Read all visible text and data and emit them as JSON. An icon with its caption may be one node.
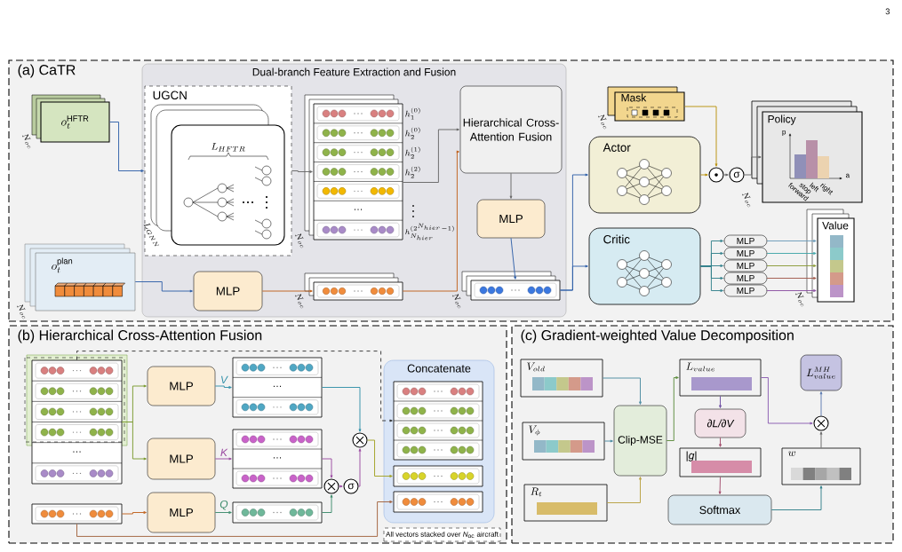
{
  "diagram": {
    "nodes": [
      {
        "text": [
          "(a) CaTR"
        ]
      },
      {
        "text": [
          "Dual-branch Feature Extraction and Fusion"
        ],
        "in": 0
      },
      {
        "text": [
          "UGCN",
          "L_{HFTR}",
          "L_{GNN}"
        ],
        "in": 1
      },
      {
        "text": [
          "o_t^{\\mathrm{HFTR}}"
        ],
        "beside": [
          "N_{oc}"
        ],
        "in": 0
      },
      {
        "text": [
          "o_t^{\\mathrm{plan}}"
        ],
        "beside": [
          "N_{oc}"
        ],
        "in": 0
      },
      {
        "text": [
          "···"
        ],
        "beside": [
          "h_1^{(0)}",
          "h_2^{(0)}",
          "h_2^{(1)}",
          "h_2^{(2)}",
          "h_{N_{hier}}^{(2^{N_{hier}}-1)}",
          "N_{oc}"
        ],
        "in": 1
      },
      {
        "text": [],
        "shape": "box",
        "beside": [
          "N_{oc}"
        ],
        "in": 1
      },
      {
        "text": [
          "MLP"
        ],
        "in": 1
      },
      {
        "text": [
          "Hierarchical Cross-Attention Fusion"
        ],
        "in": 1
      },
      {
        "text": [
          "MLP"
        ],
        "in": 1
      },
      {
        "text": [],
        "shape": "box",
        "beside": [
          "N_{oc}"
        ],
        "in": 1
      },
      {
        "text": [
          "Mask"
        ],
        "beside": [
          "N_{oc}"
        ],
        "in": 0
      },
      {
        "text": [
          "Actor"
        ],
        "in": 0
      },
      {
        "text": [
          "Critic"
        ],
        "in": 0
      },
      {
        "text": [],
        "shape": "circle",
        "in": 0
      },
      {
        "text": [
          "σ"
        ],
        "in": 0
      },
      {
        "text": [
          "Policy",
          "p",
          "a",
          "forward",
          "stop",
          "left",
          "right"
        ],
        "beside": [
          "N_{oc}"
        ],
        "in": 0
      },
      {
        "text": [
          "MLP"
        ],
        "in": 0
      },
      {
        "text": [
          "MLP"
        ],
        "in": 0
      },
      {
        "text": [
          "MLP"
        ],
        "in": 0
      },
      {
        "text": [
          "MLP"
        ],
        "in": 0
      },
      {
        "text": [
          "MLP"
        ],
        "in": 0
      },
      {
        "text": [
          "Value"
        ],
        "beside": [
          "N_{oc}"
        ],
        "in": 0
      },
      {
        "text": [
          "(b) Hierarchical Cross-Attention Fusion"
        ]
      },
      {
        "text": [
          "···"
        ],
        "in": 23
      },
      {
        "text": [],
        "shape": "box",
        "in": 23
      },
      {
        "text": [
          "MLP"
        ],
        "in": 23
      },
      {
        "text": [
          "MLP"
        ],
        "in": 23
      },
      {
        "text": [
          "MLP"
        ],
        "in": 23
      },
      {
        "text": [
          "···"
        ],
        "in": 23
      },
      {
        "text": [
          "···"
        ],
        "in": 23
      },
      {
        "text": [],
        "shape": "box",
        "in": 23
      },
      {
        "text": [],
        "shape": "circle",
        "in": 23
      },
      {
        "text": [
          "σ"
        ],
        "in": 23
      },
      {
        "text": [],
        "shape": "circle",
        "in": 23
      },
      {
        "text": [
          "Concatenate"
        ],
        "in": 23
      },
      {
        "text": [],
        "shape": "box",
        "in": 35
      },
      {
        "text": [],
        "shape": "box",
        "in": 35
      },
      {
        "text": [],
        "shape": "box",
        "in": 35
      },
      {
        "text": [
          "All vectors stacked over *N*$_{oc}$ aircraft"
        ],
        "in": 23
      },
      {
        "text": [
          "(c) Gradient-weighted Value Decomposition"
        ]
      },
      {
        "text": [
          "V_{old}"
        ],
        "in": 40
      },
      {
        "text": [
          "V_{\\phi}"
        ],
        "in": 40
      },
      {
        "text": [
          "R_t"
        ],
        "in": 40
      },
      {
        "text": [
          "Clip-MSE"
        ],
        "in": 40
      },
      {
        "text": [
          "L_{value}"
        ],
        "in": 40
      },
      {
        "text": [
          "∂L/∂V"
        ],
        "in": 40
      },
      {
        "text": [
          "|*g*|"
        ],
        "in": 40
      },
      {
        "text": [
          "Softmax"
        ],
        "in": 40
      },
      {
        "text": [
          "w"
        ],
        "in": 40
      },
      {
        "text": [],
        "shape": "circle",
        "in": 40
      },
      {
        "text": [
          "L_{value}^{MH}"
        ],
        "in": 40
      }
    ],
    "edges": [
      {
        "from": 3,
        "to": 2,
        "arrow": "to",
        "color": "#2e5fa8"
      },
      {
        "from": 2,
        "to": 5,
        "arrow": "to"
      },
      {
        "from": 4,
        "to": 7,
        "arrow": "to",
        "color": "#2e5fa8"
      },
      {
        "from": 7,
        "to": 6,
        "arrow": "to",
        "color": "#c0601a"
      },
      {
        "from": 5,
        "to": 8,
        "arrow": "to"
      },
      {
        "from": 6,
        "to": 8,
        "arrow": "to",
        "color": "#c0601a"
      },
      {
        "from": 8,
        "to": 9,
        "arrow": "to"
      },
      {
        "from": 9,
        "to": 10,
        "arrow": "to",
        "color": "#2e5fa8"
      },
      {
        "from": 10,
        "to": 12,
        "arrow": "to",
        "color": "#2e5fa8"
      },
      {
        "from": 10,
        "to": 13,
        "arrow": "to",
        "color": "#2e5fa8"
      },
      {
        "from": 12,
        "to": 14,
        "arrow": "to",
        "color": "#b8900a"
      },
      {
        "from": 11,
        "to": 14,
        "arrow": "to",
        "color": "#b8900a"
      },
      {
        "from": 14,
        "to": 15,
        "arrow": "to"
      },
      {
        "from": 15,
        "to": 16,
        "arrow": "to"
      },
      {
        "from": 13,
        "to": 17,
        "arrow": "to",
        "color": "#2f7f8a"
      },
      {
        "from": 13,
        "to": 18,
        "arrow": "to",
        "color": "#2f7f8a"
      },
      {
        "from": 13,
        "to": 19,
        "arrow": "to",
        "color": "#2f7f8a"
      },
      {
        "from": 13,
        "to": 20,
        "arrow": "to",
        "color": "#2f7f8a"
      },
      {
        "from": 13,
        "to": 21,
        "arrow": "to",
        "color": "#2f7f8a"
      },
      {
        "from": 17,
        "to": 22,
        "arrow": "to",
        "color": "#6a9ab8"
      },
      {
        "from": 18,
        "to": 22,
        "arrow": "to",
        "color": "#3fa5a8"
      },
      {
        "from": 19,
        "to": 22,
        "arrow": "to",
        "color": "#8a9a35"
      },
      {
        "from": 20,
        "to": 22,
        "arrow": "to",
        "color": "#a0584a"
      },
      {
        "from": 21,
        "to": 22,
        "arrow": "to",
        "color": "#8a4ea0"
      },
      {
        "from": 24,
        "to": 26,
        "arrow": "to",
        "color": "#7a9a2e"
      },
      {
        "from": 24,
        "to": 27,
        "arrow": "to",
        "color": "#7a9a2e"
      },
      {
        "from": 25,
        "to": 28,
        "arrow": "to",
        "color": "#c0601a"
      },
      {
        "from": 26,
        "to": 29,
        "label": "V",
        "arrow": "to",
        "color": "#2f8fa8"
      },
      {
        "from": 27,
        "to": 30,
        "label": "K",
        "arrow": "to",
        "color": "#9a4aa0"
      },
      {
        "from": 28,
        "to": 31,
        "label": "Q",
        "arrow": "to",
        "color": "#3a8a6a"
      },
      {
        "from": 30,
        "to": 32,
        "arrow": "to",
        "color": "#9a4aa0"
      },
      {
        "from": 31,
        "to": 32,
        "arrow": "to",
        "color": "#3a8a6a"
      },
      {
        "from": 32,
        "to": 33,
        "arrow": "to",
        "color": "#9a4aa0"
      },
      {
        "from": 33,
        "to": 34,
        "arrow": "to",
        "color": "#9a4aa0"
      },
      {
        "from": 29,
        "to": 34,
        "arrow": "to",
        "color": "#2f8fa8"
      },
      {
        "from": 24,
        "to": 36,
        "arrow": "to",
        "style": "dashed",
        "color": "#333333"
      },
      {
        "from": 34,
        "to": 37,
        "arrow": "to",
        "color": "#a0a020"
      },
      {
        "from": 25,
        "to": 38,
        "arrow": "to",
        "color": "#a0603a"
      },
      {
        "from": 41,
        "to": 44,
        "arrow": "to",
        "color": "#4a8aa0"
      },
      {
        "from": 42,
        "to": 44,
        "arrow": "to",
        "color": "#4a8aa0"
      },
      {
        "from": 43,
        "to": 44,
        "arrow": "to",
        "color": "#b8a040"
      },
      {
        "from": 44,
        "to": 45,
        "arrow": "to",
        "color": "#5a8a3a"
      },
      {
        "from": 45,
        "to": 46,
        "arrow": "to",
        "color": "#6a4aa0"
      },
      {
        "from": 46,
        "to": 47,
        "arrow": "to",
        "color": "#a04a6a"
      },
      {
        "from": 47,
        "to": 48,
        "arrow": "to",
        "color": "#a04a6a"
      },
      {
        "from": 48,
        "to": 49,
        "arrow": "to",
        "color": "#2f7f8a"
      },
      {
        "from": 49,
        "to": 50,
        "arrow": "to"
      },
      {
        "from": 45,
        "to": 50,
        "arrow": "to",
        "color": "#8a5ab0"
      },
      {
        "from": 50,
        "to": 51,
        "arrow": "to",
        "color": "#5a7ab0"
      }
    ],
    "labels": [
      "3"
    ]
  }
}
